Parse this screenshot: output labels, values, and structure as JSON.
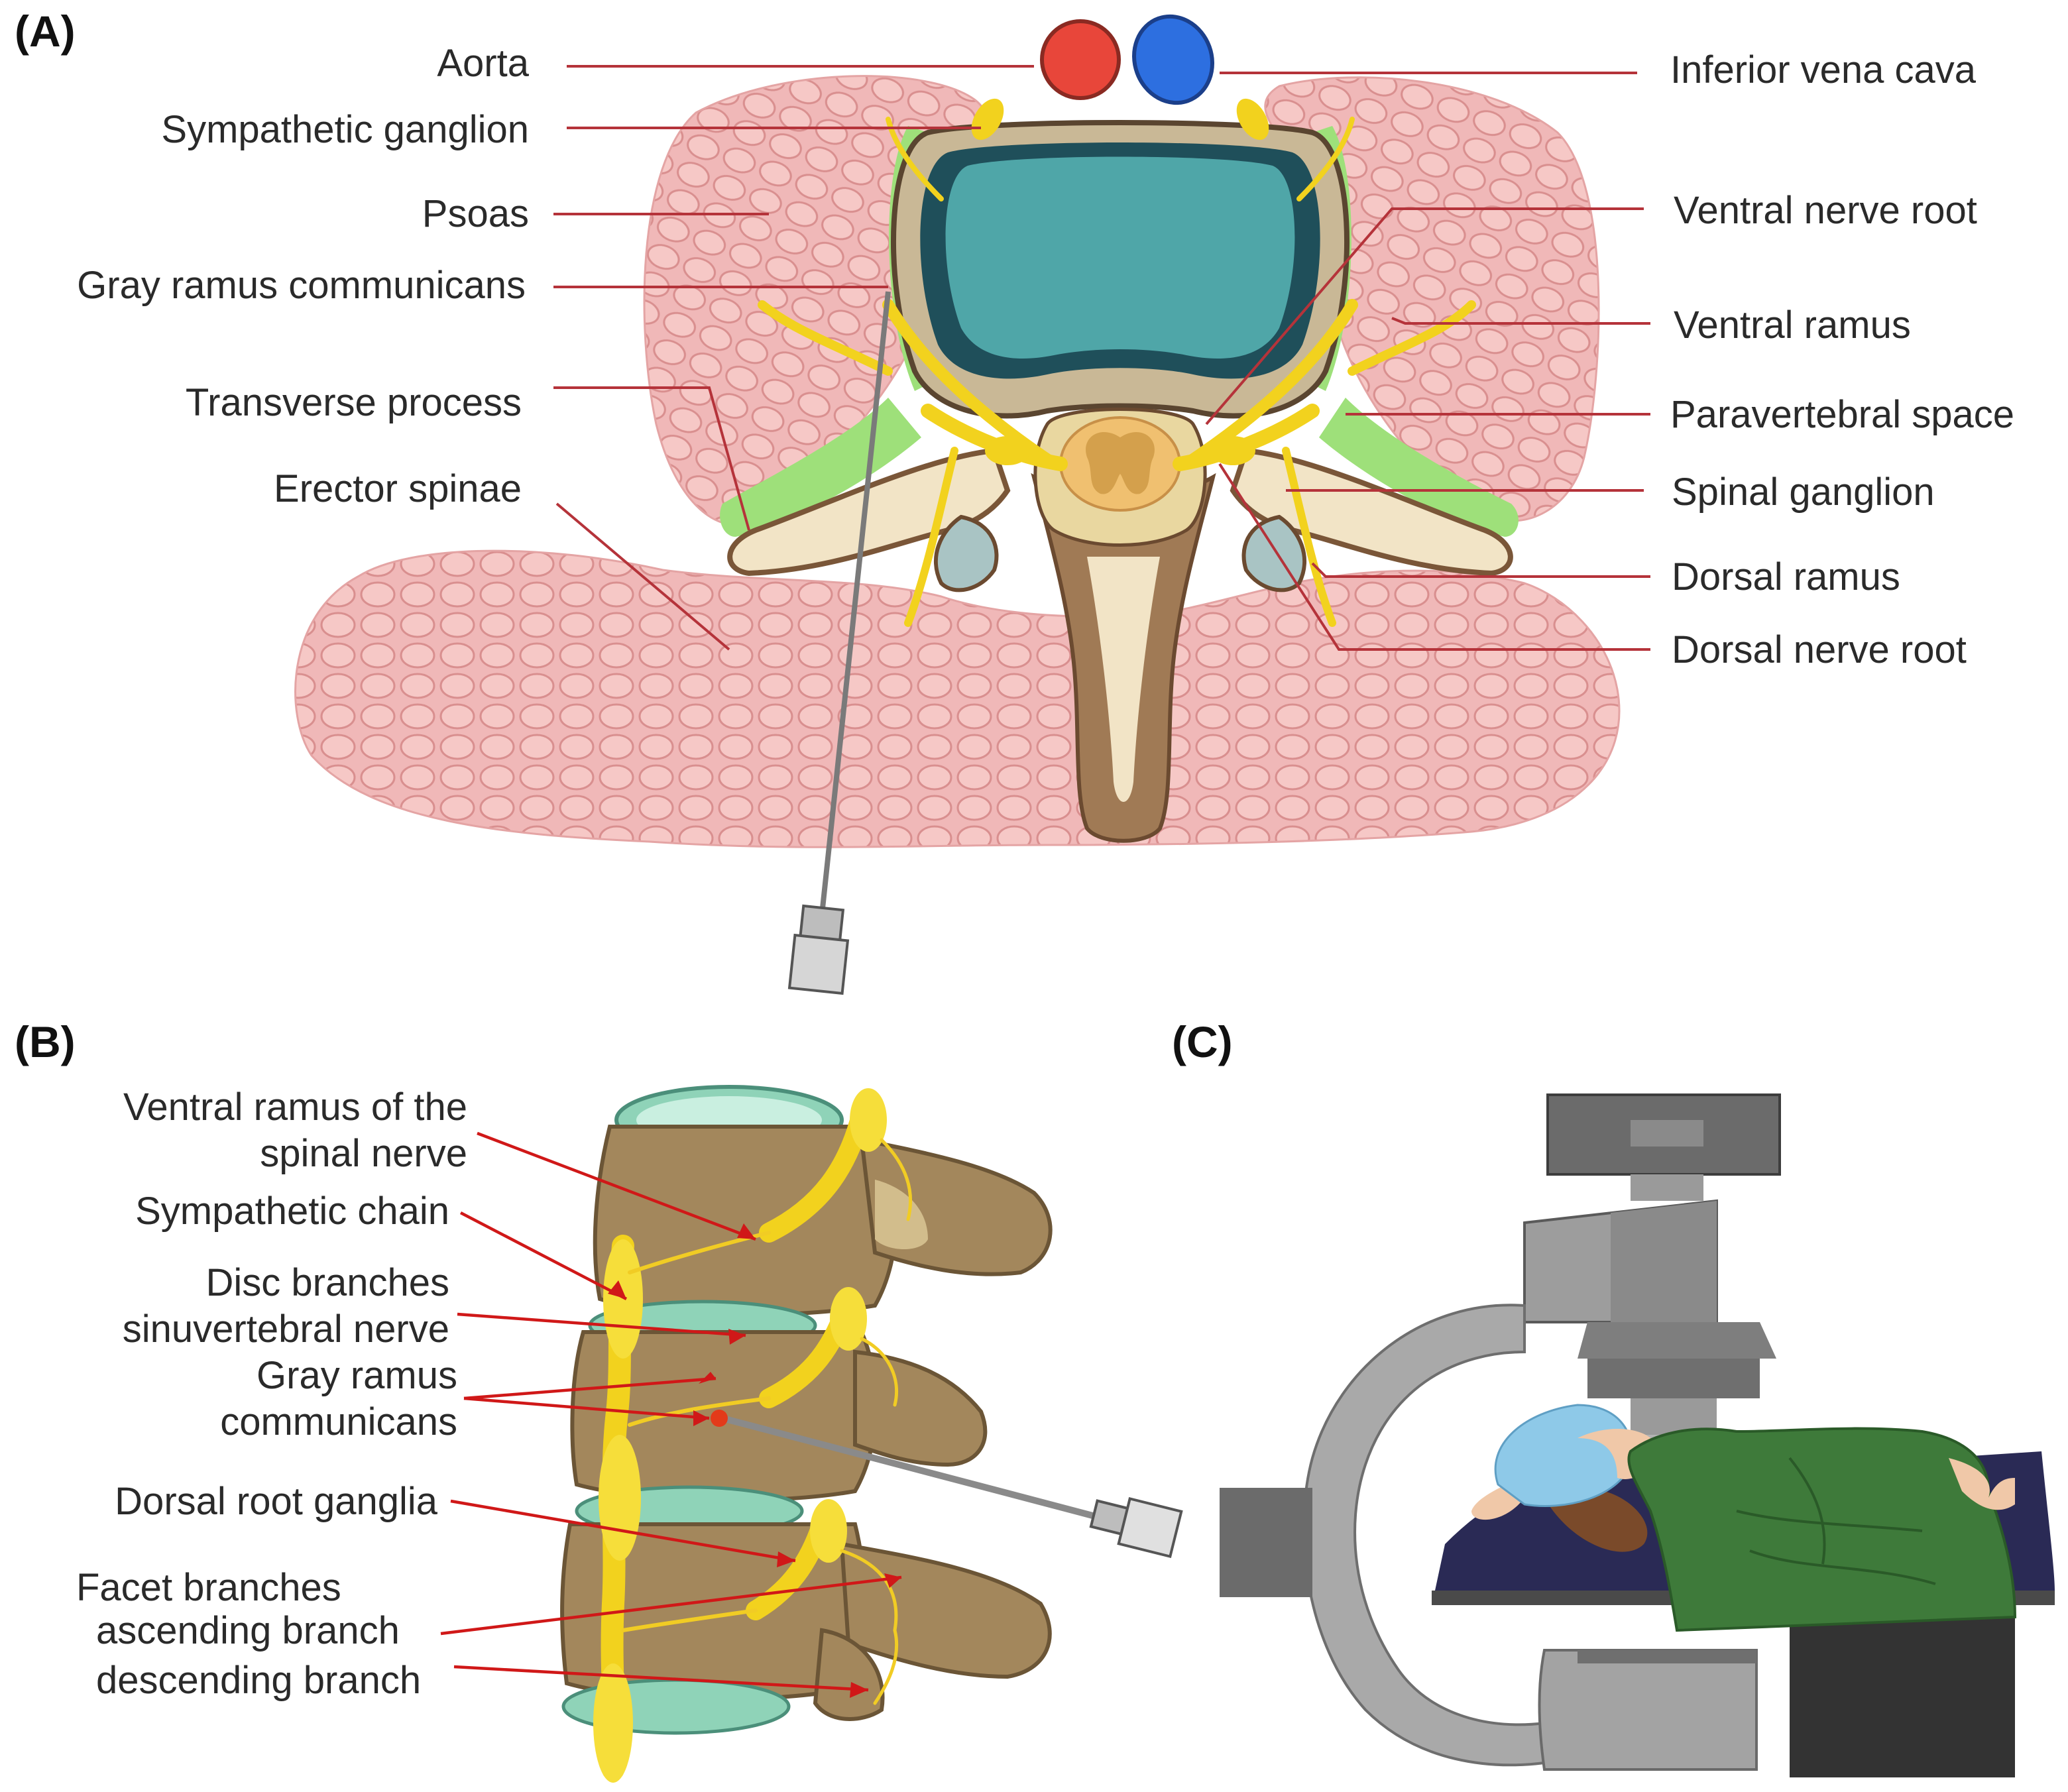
{
  "panels": {
    "a": "(A)",
    "b": "(B)",
    "c": "(C)"
  },
  "panel_a": {
    "labels_left": [
      "Aorta",
      "Sympathetic ganglion",
      "Psoas",
      "Gray ramus communicans",
      "Transverse process",
      "Erector spinae"
    ],
    "labels_right": [
      "Inferior vena cava",
      "Ventral nerve root",
      "Ventral ramus",
      "Paravertebral space",
      "Spinal ganglion",
      "Dorsal ramus",
      "Dorsal nerve root"
    ]
  },
  "panel_b": {
    "labels": [
      "Ventral ramus of the",
      "spinal nerve",
      "Sympathetic chain",
      "Disc branches",
      "sinuvertebral nerve",
      "Gray ramus",
      "communicans",
      "Dorsal root ganglia",
      "Facet branches",
      "ascending branch",
      "descending branch"
    ]
  },
  "colors": {
    "aorta": "#e8463a",
    "vena_cava": "#2d6fe0",
    "muscle": "#f0b8b8",
    "nerve": "#f2d21e",
    "bone": "#a07a55",
    "disc": "#3c8f95",
    "leader_a": "#b5333a",
    "leader_b": "#d01818",
    "drape": "#3e7a3a",
    "cap": "#8ec9e8",
    "c_arm": "#a9a9a9"
  }
}
